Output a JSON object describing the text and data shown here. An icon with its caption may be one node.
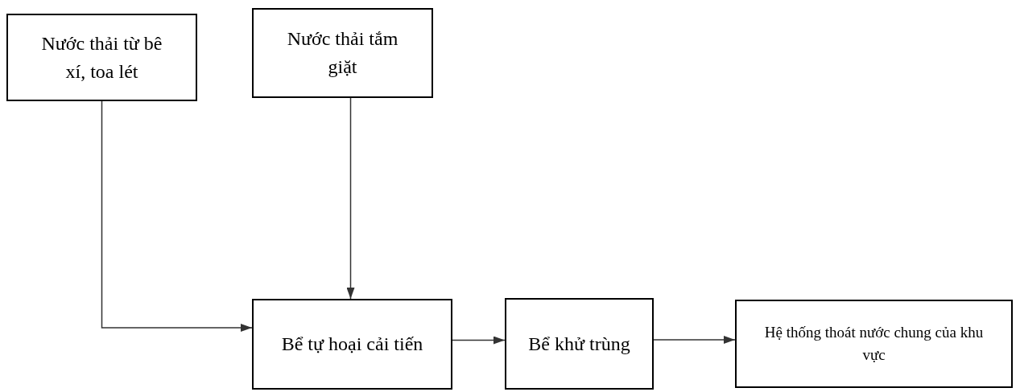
{
  "diagram": {
    "nodes": [
      {
        "text": [
          "Nước thải từ bê xí, toa lét"
        ]
      },
      {
        "text": [
          "Nước thải tắm giặt"
        ]
      },
      {
        "text": [
          "Bể tự hoại cải tiến"
        ]
      },
      {
        "text": [
          "Bể khử trùng"
        ]
      },
      {
        "text": [
          "Hệ thống thoát nước chung của khu vực"
        ]
      }
    ],
    "edges": [
      {
        "from": 0,
        "to": 2,
        "arrow": "to"
      },
      {
        "from": 1,
        "to": 2,
        "arrow": "to"
      },
      {
        "from": 2,
        "to": 3,
        "arrow": "to"
      },
      {
        "from": 3,
        "to": 4,
        "arrow": "to"
      }
    ]
  }
}
